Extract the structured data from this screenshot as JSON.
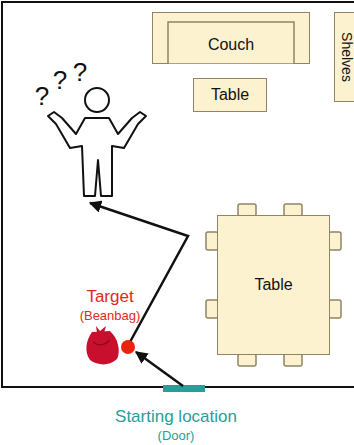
{
  "diagram": {
    "nodes": [
      {
        "text": [
          "Couch"
        ]
      },
      {
        "text": [
          "Table"
        ]
      },
      {
        "text": [
          "Shelves"
        ]
      },
      {
        "text": [
          "Table"
        ]
      }
    ],
    "labels": [
      "?",
      "?",
      "?",
      "Target",
      "(Beanbag)",
      "Starting location",
      "(Door)"
    ]
  }
}
